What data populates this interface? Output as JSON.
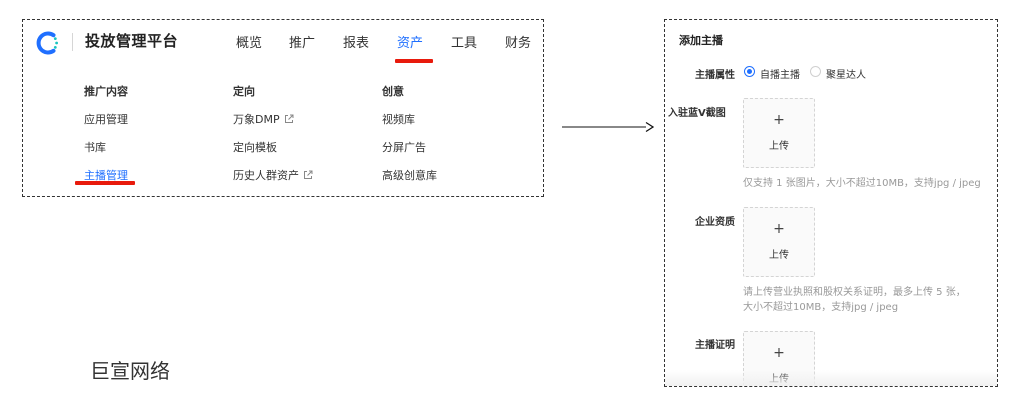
{
  "platform": {
    "brand_title": "投放管理平台",
    "accent_color": "#1f6fff",
    "highlight_color": "#e81a0c",
    "logo_icon": "brand-logo-icon"
  },
  "nav": {
    "items": [
      {
        "label": "概览",
        "active": false
      },
      {
        "label": "推广",
        "active": false
      },
      {
        "label": "报表",
        "active": false
      },
      {
        "label": "资产",
        "active": true
      },
      {
        "label": "工具",
        "active": false
      },
      {
        "label": "财务",
        "active": false
      }
    ]
  },
  "menu": {
    "columns": [
      {
        "heading": "推广内容",
        "items": [
          {
            "label": "应用管理",
            "external": false,
            "active": false
          },
          {
            "label": "书库",
            "external": false,
            "active": false
          },
          {
            "label": "主播管理",
            "external": false,
            "active": true
          }
        ]
      },
      {
        "heading": "定向",
        "items": [
          {
            "label": "万象DMP",
            "external": true,
            "active": false
          },
          {
            "label": "定向模板",
            "external": false,
            "active": false
          },
          {
            "label": "历史人群资产",
            "external": true,
            "active": false
          }
        ]
      },
      {
        "heading": "创意",
        "items": [
          {
            "label": "视频库",
            "external": false,
            "active": false
          },
          {
            "label": "分屏广告",
            "external": false,
            "active": false
          },
          {
            "label": "高级创意库",
            "external": false,
            "active": false
          }
        ]
      }
    ],
    "external_link_icon": "external-link-icon"
  },
  "caption": "巨宣网络",
  "form": {
    "title": "添加主播",
    "attribute": {
      "label": "主播属性",
      "options": [
        {
          "label": "自播主播",
          "checked": true
        },
        {
          "label": "聚星达人",
          "checked": false
        }
      ]
    },
    "blue_v": {
      "label": "入驻蓝V截图",
      "upload_plus": "+",
      "upload_label": "上传",
      "hint": "仅支持 1 张图片，大小不超过10MB，支持jpg / jpeg"
    },
    "qualification": {
      "label": "企业资质",
      "upload_plus": "+",
      "upload_label": "上传",
      "hint": "请上传营业执照和股权关系证明，最多上传 5 张，大小不超过10MB，支持jpg / jpeg"
    },
    "proof": {
      "label": "主播证明",
      "upload_plus": "+",
      "upload_label": "上传"
    }
  }
}
